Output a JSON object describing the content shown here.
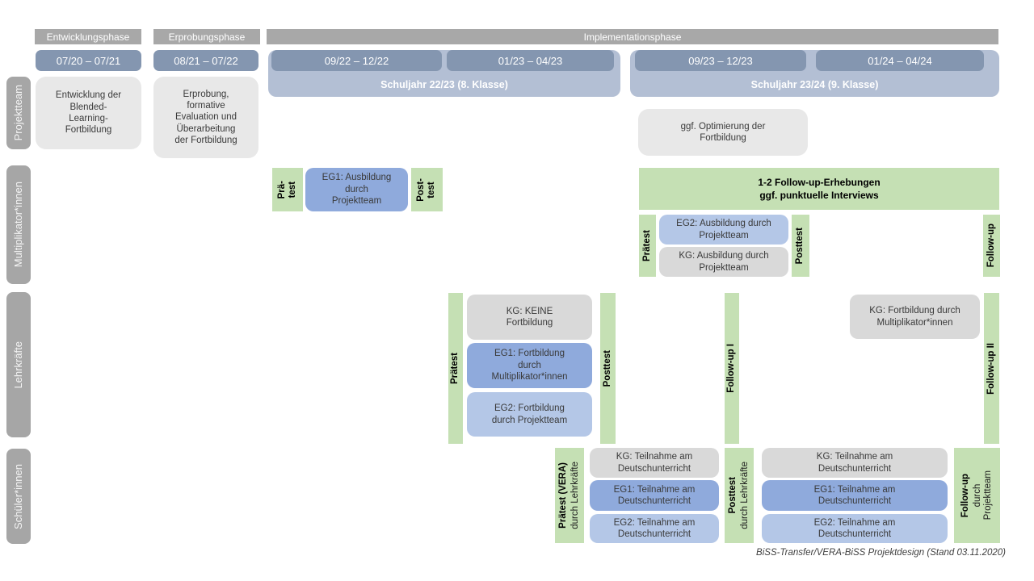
{
  "colors": {
    "phase_header_bg": "#a8a8a8",
    "row_label_bg": "#a6a6a6",
    "date_pill_bg": "#8496b0",
    "year_group_bg": "#b3bfd4",
    "box_light_gray": "#e8e8e8",
    "box_gray": "#d9d9d9",
    "box_blue": "#8faadc",
    "box_light_blue": "#b4c7e7",
    "green_bar": "#c5e0b4",
    "text_dark": "#3a3a3a",
    "text_white": "#ffffff"
  },
  "phases": {
    "entwicklung": {
      "title": "Entwicklungsphase",
      "date": "07/20 – 07/21"
    },
    "erprobung": {
      "title": "Erprobungsphase",
      "date": "08/21 – 07/22"
    },
    "implementation": {
      "title": "Implementationsphase"
    }
  },
  "school_years": {
    "y2223": {
      "label": "Schuljahr 22/23 (8. Klasse)",
      "date1": "09/22 – 12/22",
      "date2": "01/23 – 04/23"
    },
    "y2324": {
      "label": "Schuljahr 23/24 (9. Klasse)",
      "date1": "09/23 – 12/23",
      "date2": "01/24 – 04/24"
    }
  },
  "row_labels": {
    "projektteam": "Projektteam",
    "multiplikatoren": "Multiplikator*innen",
    "lehrkraefte": "Lehrkräfte",
    "schueler": "Schüler*innen"
  },
  "projektteam_row": {
    "entwicklung_box": "Entwicklung der\nBlended-\nLearning-\nFortbildung",
    "erprobung_box": "Erprobung,\nformative\nEvaluation und\nÜberarbeitung\nder Fortbildung",
    "optimierung_box": "ggf. Optimierung der\nFortbildung"
  },
  "multiplikatoren_row": {
    "praetest1": "Prä-\ntest",
    "eg1_box": "EG1: Ausbildung\ndurch\nProjektteam",
    "posttest1": "Post-\ntest",
    "followup_box": "1-2 Follow-up-Erhebungen\nggf. punktuelle Interviews",
    "praetest2": "Prätest",
    "eg2_box": "EG2: Ausbildung durch\nProjektteam",
    "kg_box": "KG: Ausbildung durch\nProjektteam",
    "posttest2": "Posttest",
    "followup_bar": "Follow-up"
  },
  "lehrkraefte_row": {
    "praetest": "Prätest",
    "kg_box": "KG: KEINE\nFortbildung",
    "eg1_box": "EG1: Fortbildung\ndurch\nMultiplikator*innen",
    "eg2_box": "EG2: Fortbildung\ndurch Projektteam",
    "posttest": "Posttest",
    "followup1": "Follow-up I",
    "kg2_box": "KG: Fortbildung durch\nMultiplikator*innen",
    "followup2": "Follow-up II"
  },
  "schueler_row": {
    "praetest_bold": "Prätest (VERA)",
    "praetest_sub": "durch  Lehrkräfte",
    "kg1_box": "KG: Teilnahme am\nDeutschunterricht",
    "eg1a_box": "EG1: Teilnahme am\nDeutschunterricht",
    "eg2a_box": "EG2: Teilnahme am\nDeutschunterricht",
    "posttest_bold": "Posttest",
    "posttest_sub": "durch  Lehrkräfte",
    "kg2_box": "KG: Teilnahme am\nDeutschunterricht",
    "eg1b_box": "EG1: Teilnahme am\nDeutschunterricht",
    "eg2b_box": "EG2: Teilnahme am\nDeutschunterricht",
    "followup_bold": "Follow-up",
    "followup_sub": "durch\nProjektteam"
  },
  "caption": "BiSS-Transfer/VERA-BiSS Projektdesign (Stand 03.11.2020)"
}
